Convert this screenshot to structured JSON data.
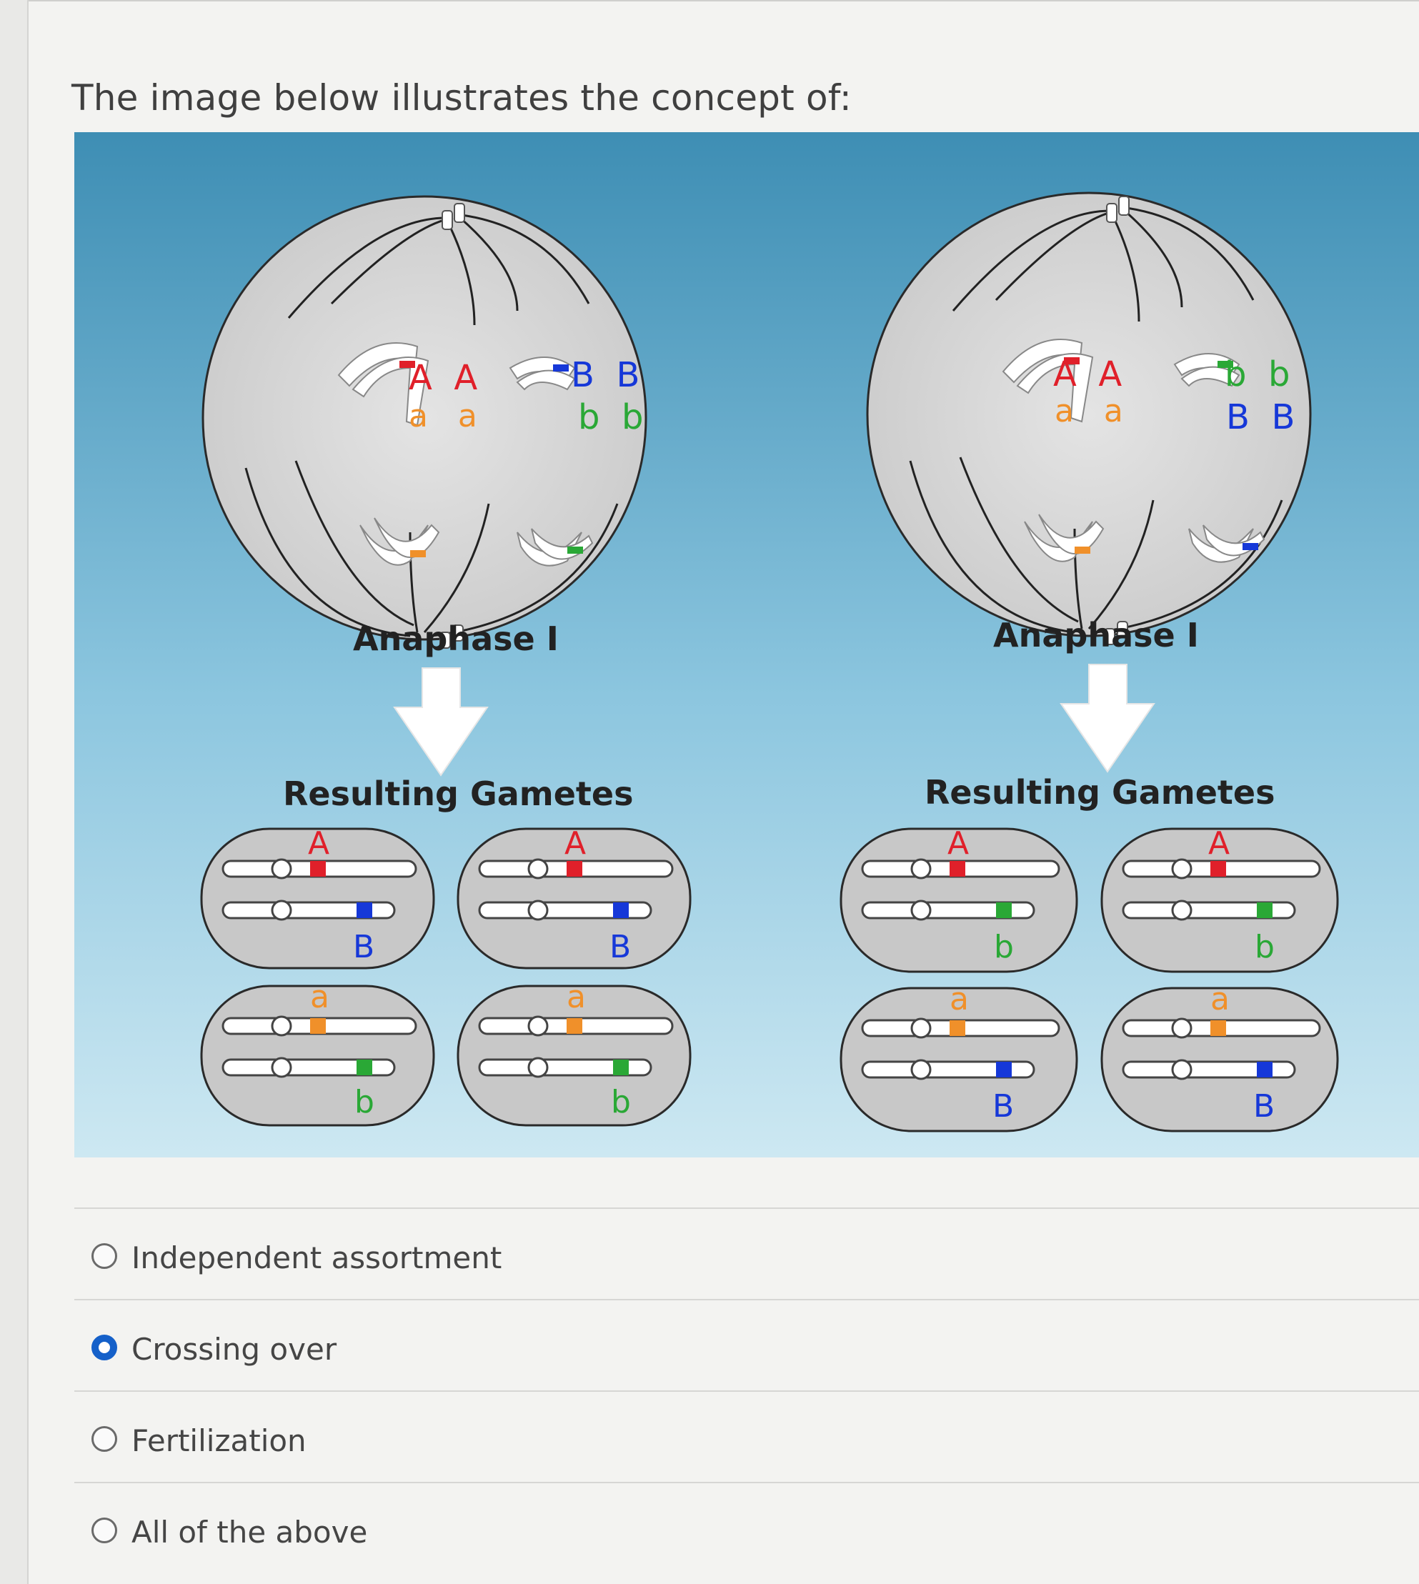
{
  "question": {
    "prompt": "The image below illustrates the concept of:"
  },
  "figure": {
    "left_panel": {
      "stage_label": "Anaphase I",
      "gametes_label": "Resulting Gametes",
      "cell_alleles": {
        "upper_left": "A  A",
        "lower_left": "a   a",
        "upper_right": "B  B",
        "lower_right": "b  b"
      },
      "gametes": [
        {
          "top_allele": "A",
          "bottom_allele": "B"
        },
        {
          "top_allele": "A",
          "bottom_allele": "B"
        },
        {
          "top_allele": "a",
          "bottom_allele": "b"
        },
        {
          "top_allele": "a",
          "bottom_allele": "b"
        }
      ]
    },
    "right_panel": {
      "stage_label": "Anaphase I",
      "gametes_label": "Resulting Gametes",
      "cell_alleles": {
        "upper_left": "A  A",
        "lower_left": "a   a",
        "upper_right": "b  b",
        "lower_right": "B  B"
      },
      "gametes": [
        {
          "top_allele": "A",
          "bottom_allele": "b"
        },
        {
          "top_allele": "A",
          "bottom_allele": "b"
        },
        {
          "top_allele": "a",
          "bottom_allele": "B"
        },
        {
          "top_allele": "a",
          "bottom_allele": "B"
        }
      ]
    },
    "allele_colors": {
      "A": "#e0202a",
      "a": "#f0902a",
      "B": "#1638d8",
      "b": "#2aa836"
    }
  },
  "options": [
    {
      "label": "Independent assortment",
      "selected": false
    },
    {
      "label": "Crossing over",
      "selected": true
    },
    {
      "label": "Fertilization",
      "selected": false
    },
    {
      "label": "All of the above",
      "selected": false
    }
  ]
}
